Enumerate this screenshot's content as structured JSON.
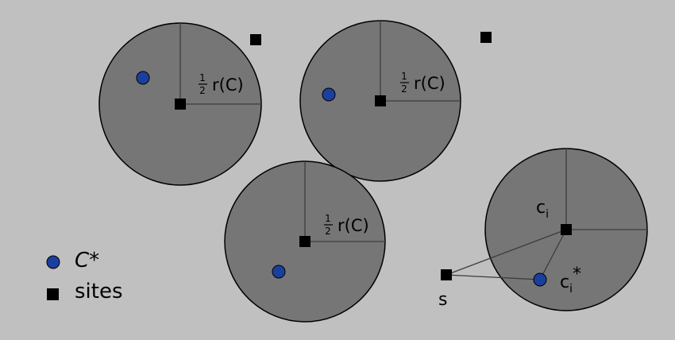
{
  "colors": {
    "background": "#c0c0c0",
    "disk_fill": "#767676",
    "disk_stroke": "#000000",
    "radius_line": "#3c3c3c",
    "center_marker": "#1a3f9e",
    "site_marker": "#000000"
  },
  "disks": [
    {
      "radius_label": "r(C)"
    },
    {
      "radius_label": "r(C)"
    },
    {
      "radius_label": "r(C)"
    }
  ],
  "half_fraction": {
    "num": "1",
    "den": "2"
  },
  "highlight": {
    "site_label": "c",
    "site_sub": "i",
    "center_label": "c",
    "center_sub": "i",
    "center_sup": "*",
    "outside_site_label": "s"
  },
  "legend": {
    "center_icon": "filled-circle",
    "center_label": "C*",
    "site_icon": "filled-square",
    "site_label": "sites"
  }
}
